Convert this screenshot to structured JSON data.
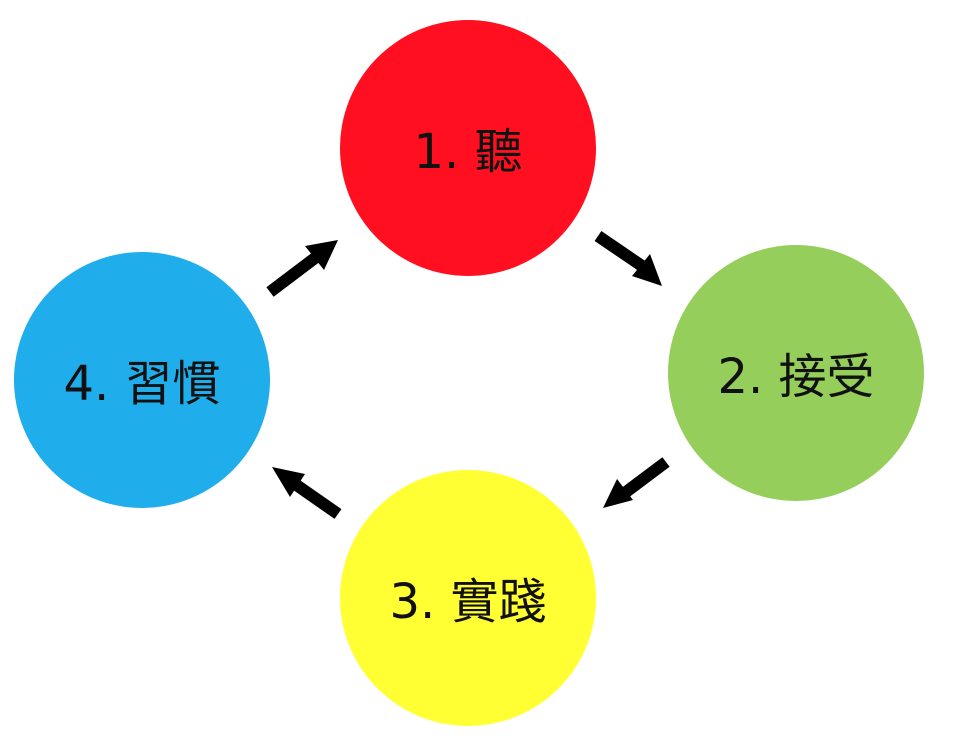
{
  "diagram": {
    "nodes": [
      {
        "id": "step-1",
        "label": "1. 聽",
        "color": "#FF0F1F"
      },
      {
        "id": "step-2",
        "label": "2. 接受",
        "color": "#95CE5B"
      },
      {
        "id": "step-3",
        "label": "3. 實踐",
        "color": "#FFFF33"
      },
      {
        "id": "step-4",
        "label": "4. 習慣",
        "color": "#1FADEB"
      }
    ],
    "edges": [
      {
        "from": "step-1",
        "to": "step-2"
      },
      {
        "from": "step-2",
        "to": "step-3"
      },
      {
        "from": "step-3",
        "to": "step-4"
      },
      {
        "from": "step-4",
        "to": "step-1"
      }
    ],
    "arrow_color": "#000000"
  }
}
